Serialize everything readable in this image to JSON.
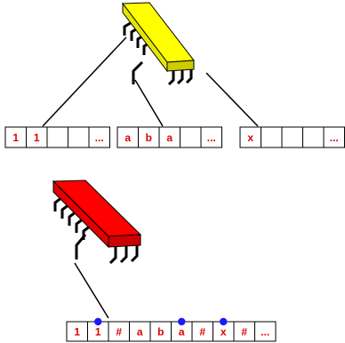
{
  "colors": {
    "chip_top": "#ffff00",
    "chip_side": "#cccc00",
    "chip2_top": "#ff0000",
    "chip2_side": "#cc0000",
    "tape_text": "#e00000",
    "head_marker": "#1a1aff",
    "line": "#000000"
  },
  "icons": {
    "chip": "microchip-icon",
    "head_marker": "dot-marker-icon"
  },
  "top_tapes": [
    {
      "cells": [
        "1",
        "1",
        "",
        "",
        "..."
      ]
    },
    {
      "cells": [
        "a",
        "b",
        "a",
        "",
        "..."
      ]
    },
    {
      "cells": [
        "x",
        "",
        "",
        "",
        "..."
      ]
    }
  ],
  "bottom_tape": {
    "cells": [
      "1",
      "1",
      "#",
      "a",
      "b",
      "a",
      "#",
      "x",
      "#",
      "..."
    ],
    "head_cells": [
      1,
      5,
      7
    ]
  }
}
